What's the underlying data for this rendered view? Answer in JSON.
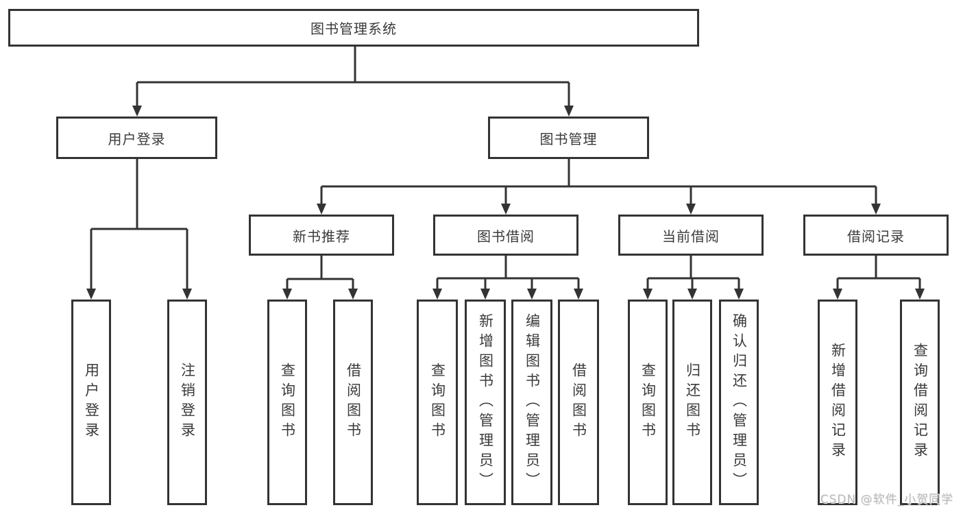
{
  "tree": {
    "label": "图书管理系统",
    "children": [
      {
        "label": "用户登录",
        "children": [
          {
            "label": "用户登录"
          },
          {
            "label": "注销登录"
          }
        ]
      },
      {
        "label": "图书管理",
        "children": [
          {
            "label": "新书推荐",
            "children": [
              {
                "label": "查询图书"
              },
              {
                "label": "借阅图书"
              }
            ]
          },
          {
            "label": "图书借阅",
            "children": [
              {
                "label": "查询图书"
              },
              {
                "label": "新增图书（管理员）"
              },
              {
                "label": "编辑图书（管理员）"
              },
              {
                "label": "借阅图书"
              }
            ]
          },
          {
            "label": "当前借阅",
            "children": [
              {
                "label": "查询图书"
              },
              {
                "label": "归还图书"
              },
              {
                "label": "确认归还（管理员）"
              }
            ]
          },
          {
            "label": "借阅记录",
            "children": [
              {
                "label": "新增借阅记录"
              },
              {
                "label": "查询借阅记录"
              }
            ]
          }
        ]
      }
    ]
  },
  "watermark": "CSDN @软件_小贺同学",
  "colors": {
    "line": "#333333",
    "text": "#3a3a3a",
    "background": "#ffffff",
    "watermark": "#bcbcbc"
  }
}
